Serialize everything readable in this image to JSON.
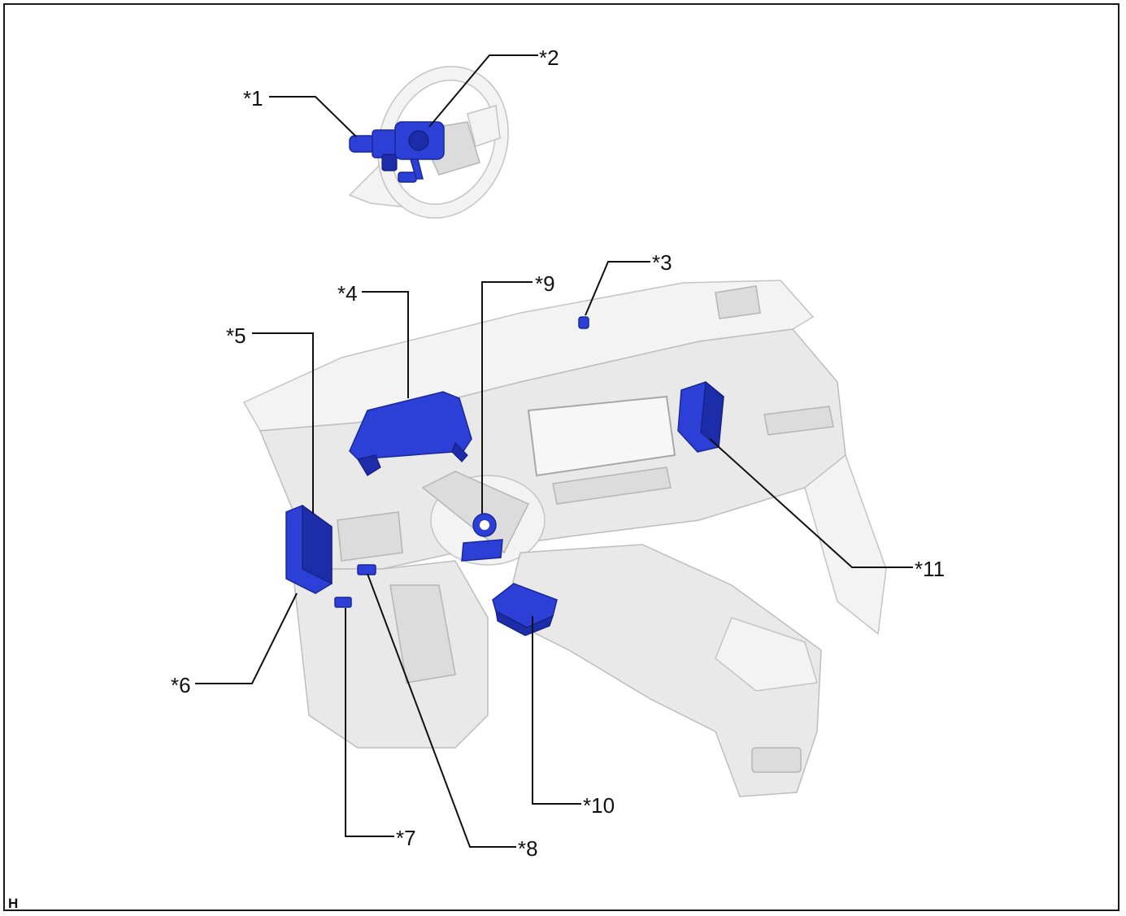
{
  "callouts": [
    {
      "id": "c1",
      "label": "*1"
    },
    {
      "id": "c2",
      "label": "*2"
    },
    {
      "id": "c3",
      "label": "*3"
    },
    {
      "id": "c4",
      "label": "*4"
    },
    {
      "id": "c5",
      "label": "*5"
    },
    {
      "id": "c6",
      "label": "*6"
    },
    {
      "id": "c7",
      "label": "*7"
    },
    {
      "id": "c8",
      "label": "*8"
    },
    {
      "id": "c9",
      "label": "*9"
    },
    {
      "id": "c10",
      "label": "*10"
    },
    {
      "id": "c11",
      "label": "*11"
    }
  ],
  "corner_mark": "H",
  "colors": {
    "highlight_component": "#2c3fd6",
    "vehicle_body": "#e9e9e9",
    "leader_line": "#111111"
  }
}
